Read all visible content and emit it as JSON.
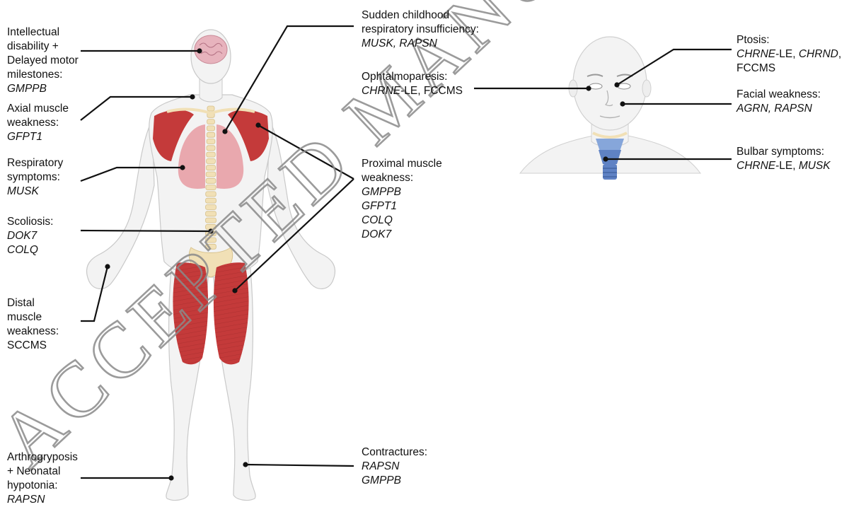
{
  "watermark": {
    "text": "ACCEPTED MANUSCRIPT",
    "color": "#8a8a8a"
  },
  "colors": {
    "leader_line": "#111111",
    "skin": "#f3f3f3",
    "skin_outline": "#c9c9c9",
    "muscle": "#c43a3a",
    "lung": "#e8a0a6",
    "brain": "#e7b3bd",
    "bone": "#f1e0b6",
    "larynx": "#5f82c4"
  },
  "labels": {
    "intellectual": {
      "lines": [
        {
          "parts": [
            {
              "t": "Intellectual",
              "g": false
            }
          ]
        },
        {
          "parts": [
            {
              "t": "disability +",
              "g": false
            }
          ]
        },
        {
          "parts": [
            {
              "t": "Delayed motor",
              "g": false
            }
          ]
        },
        {
          "parts": [
            {
              "t": "milestones:",
              "g": false
            }
          ]
        },
        {
          "parts": [
            {
              "t": "GMPPB",
              "g": true
            }
          ]
        }
      ]
    },
    "axial": {
      "lines": [
        {
          "parts": [
            {
              "t": "Axial muscle",
              "g": false
            }
          ]
        },
        {
          "parts": [
            {
              "t": "weakness:",
              "g": false
            }
          ]
        },
        {
          "parts": [
            {
              "t": "GFPT1",
              "g": true
            }
          ]
        }
      ]
    },
    "respiratory": {
      "lines": [
        {
          "parts": [
            {
              "t": "Respiratory",
              "g": false
            }
          ]
        },
        {
          "parts": [
            {
              "t": "symptoms:",
              "g": false
            }
          ]
        },
        {
          "parts": [
            {
              "t": "MUSK",
              "g": true
            }
          ]
        }
      ]
    },
    "scoliosis": {
      "lines": [
        {
          "parts": [
            {
              "t": "Scoliosis:",
              "g": false
            }
          ]
        },
        {
          "parts": [
            {
              "t": "DOK7",
              "g": true
            }
          ]
        },
        {
          "parts": [
            {
              "t": "COLQ",
              "g": true
            }
          ]
        }
      ]
    },
    "distal": {
      "lines": [
        {
          "parts": [
            {
              "t": "Distal",
              "g": false
            }
          ]
        },
        {
          "parts": [
            {
              "t": "muscle",
              "g": false
            }
          ]
        },
        {
          "parts": [
            {
              "t": "weakness:",
              "g": false
            }
          ]
        },
        {
          "parts": [
            {
              "t": "SCCMS",
              "g": false
            }
          ]
        }
      ]
    },
    "arthro": {
      "lines": [
        {
          "parts": [
            {
              "t": "Arthrogryposis",
              "g": false
            }
          ]
        },
        {
          "parts": [
            {
              "t": "+ Neonatal",
              "g": false
            }
          ]
        },
        {
          "parts": [
            {
              "t": "hypotonia:",
              "g": false
            }
          ]
        },
        {
          "parts": [
            {
              "t": "RAPSN",
              "g": true
            }
          ]
        }
      ]
    },
    "sudden": {
      "lines": [
        {
          "parts": [
            {
              "t": "Sudden childhood",
              "g": false
            }
          ]
        },
        {
          "parts": [
            {
              "t": "respiratory insufficiency:",
              "g": false
            }
          ]
        },
        {
          "parts": [
            {
              "t": "MUSK, RAPSN",
              "g": true
            }
          ]
        }
      ]
    },
    "ophthalmo": {
      "lines": [
        {
          "parts": [
            {
              "t": "Ophtalmoparesis:",
              "g": false
            }
          ]
        },
        {
          "parts": [
            {
              "t": "CHRNE",
              "g": true
            },
            {
              "t": "-LE, FCCMS",
              "g": false
            }
          ]
        }
      ]
    },
    "proximal": {
      "lines": [
        {
          "parts": [
            {
              "t": "Proximal muscle",
              "g": false
            }
          ]
        },
        {
          "parts": [
            {
              "t": "weakness:",
              "g": false
            }
          ]
        },
        {
          "parts": [
            {
              "t": "GMPPB",
              "g": true
            }
          ]
        },
        {
          "parts": [
            {
              "t": "GFPT1",
              "g": true
            }
          ]
        },
        {
          "parts": [
            {
              "t": "COLQ",
              "g": true
            }
          ]
        },
        {
          "parts": [
            {
              "t": "DOK7",
              "g": true
            }
          ]
        }
      ]
    },
    "contractures": {
      "lines": [
        {
          "parts": [
            {
              "t": "Contractures:",
              "g": false
            }
          ]
        },
        {
          "parts": [
            {
              "t": "RAPSN",
              "g": true
            }
          ]
        },
        {
          "parts": [
            {
              "t": "GMPPB",
              "g": true
            }
          ]
        }
      ]
    },
    "ptosis": {
      "lines": [
        {
          "parts": [
            {
              "t": "Ptosis:",
              "g": false
            }
          ]
        },
        {
          "parts": [
            {
              "t": "CHRNE",
              "g": true
            },
            {
              "t": "-LE, ",
              "g": false
            },
            {
              "t": "CHRND",
              "g": true
            },
            {
              "t": ",",
              "g": false
            }
          ]
        },
        {
          "parts": [
            {
              "t": "FCCMS",
              "g": false
            }
          ]
        }
      ]
    },
    "facial": {
      "lines": [
        {
          "parts": [
            {
              "t": "Facial weakness:",
              "g": false
            }
          ]
        },
        {
          "parts": [
            {
              "t": "AGRN, RAPSN",
              "g": true
            }
          ]
        }
      ]
    },
    "bulbar": {
      "lines": [
        {
          "parts": [
            {
              "t": "Bulbar symptoms:",
              "g": false
            }
          ]
        },
        {
          "parts": [
            {
              "t": "CHRNE",
              "g": true
            },
            {
              "t": "-LE, ",
              "g": false
            },
            {
              "t": "MUSK",
              "g": true
            }
          ]
        }
      ]
    }
  }
}
